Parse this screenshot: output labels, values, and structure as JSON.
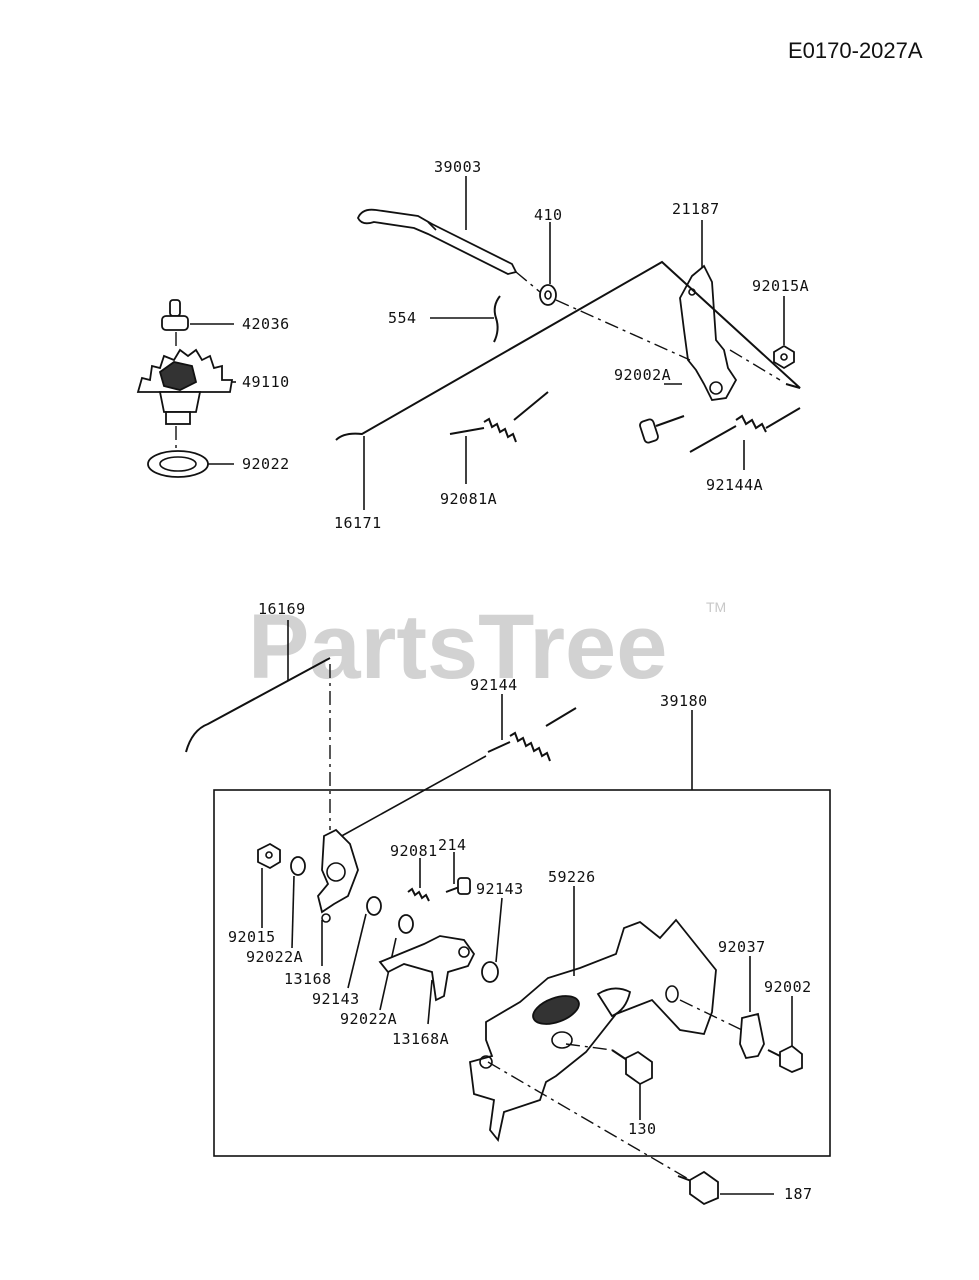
{
  "diagram_code": "E0170-2027A",
  "watermark": {
    "brand": "PartsTree",
    "trademark": "TM"
  },
  "labels": {
    "p39003": "39003",
    "p410": "410",
    "p21187": "21187",
    "p42036": "42036",
    "p554": "554",
    "p92015A": "92015A",
    "p49110": "49110",
    "p92002A": "92002A",
    "p92022": "92022",
    "p92144A": "92144A",
    "p92081A": "92081A",
    "p16171": "16171",
    "p16169": "16169",
    "p92144": "92144",
    "p39180": "39180",
    "p92081": "92081",
    "p214": "214",
    "p92143a": "92143",
    "p59226": "59226",
    "p92015": "92015",
    "p92022Aa": "92022A",
    "p13168": "13168",
    "p92143b": "92143",
    "p92022Ab": "92022A",
    "p13168A": "13168A",
    "p92037": "92037",
    "p92002": "92002",
    "p130": "130",
    "p187": "187"
  }
}
